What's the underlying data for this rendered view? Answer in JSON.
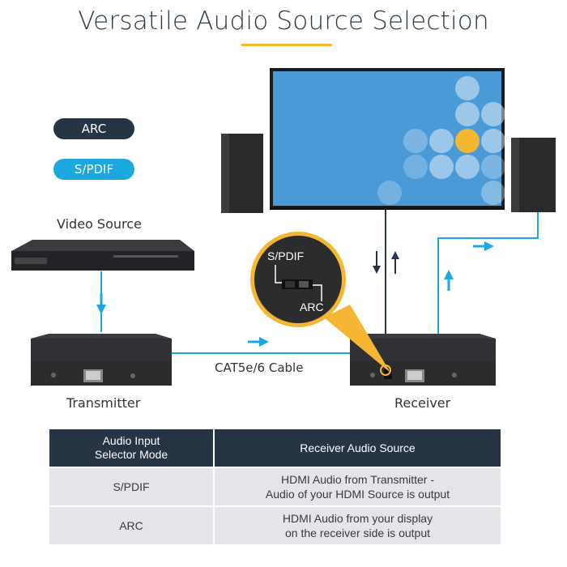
{
  "title": "Versatile Audio Source Selection",
  "legend": {
    "arc": {
      "label": "ARC",
      "color": "#263444"
    },
    "spdif": {
      "label": "S/PDIF",
      "color": "#1ca7df"
    }
  },
  "labels": {
    "video_source": "Video Source",
    "transmitter": "Transmitter",
    "receiver": "Receiver",
    "cable": "CAT5e/6 Cable",
    "zoom_spdif": "S/PDIF",
    "zoom_arc": "ARC"
  },
  "colors": {
    "accent": "#f5b731",
    "arc_line": "#263444",
    "spdif_line": "#1ca7df",
    "device": "#2b2c2e"
  },
  "table": {
    "headers": [
      "Audio Input\nSelector Mode",
      "Receiver Audio Source"
    ],
    "rows": [
      [
        "S/PDIF",
        "HDMI Audio from Transmitter -\nAudio of your HDMI Source is output"
      ],
      [
        "ARC",
        "HDMI Audio from your display\non the receiver side is output"
      ]
    ]
  }
}
